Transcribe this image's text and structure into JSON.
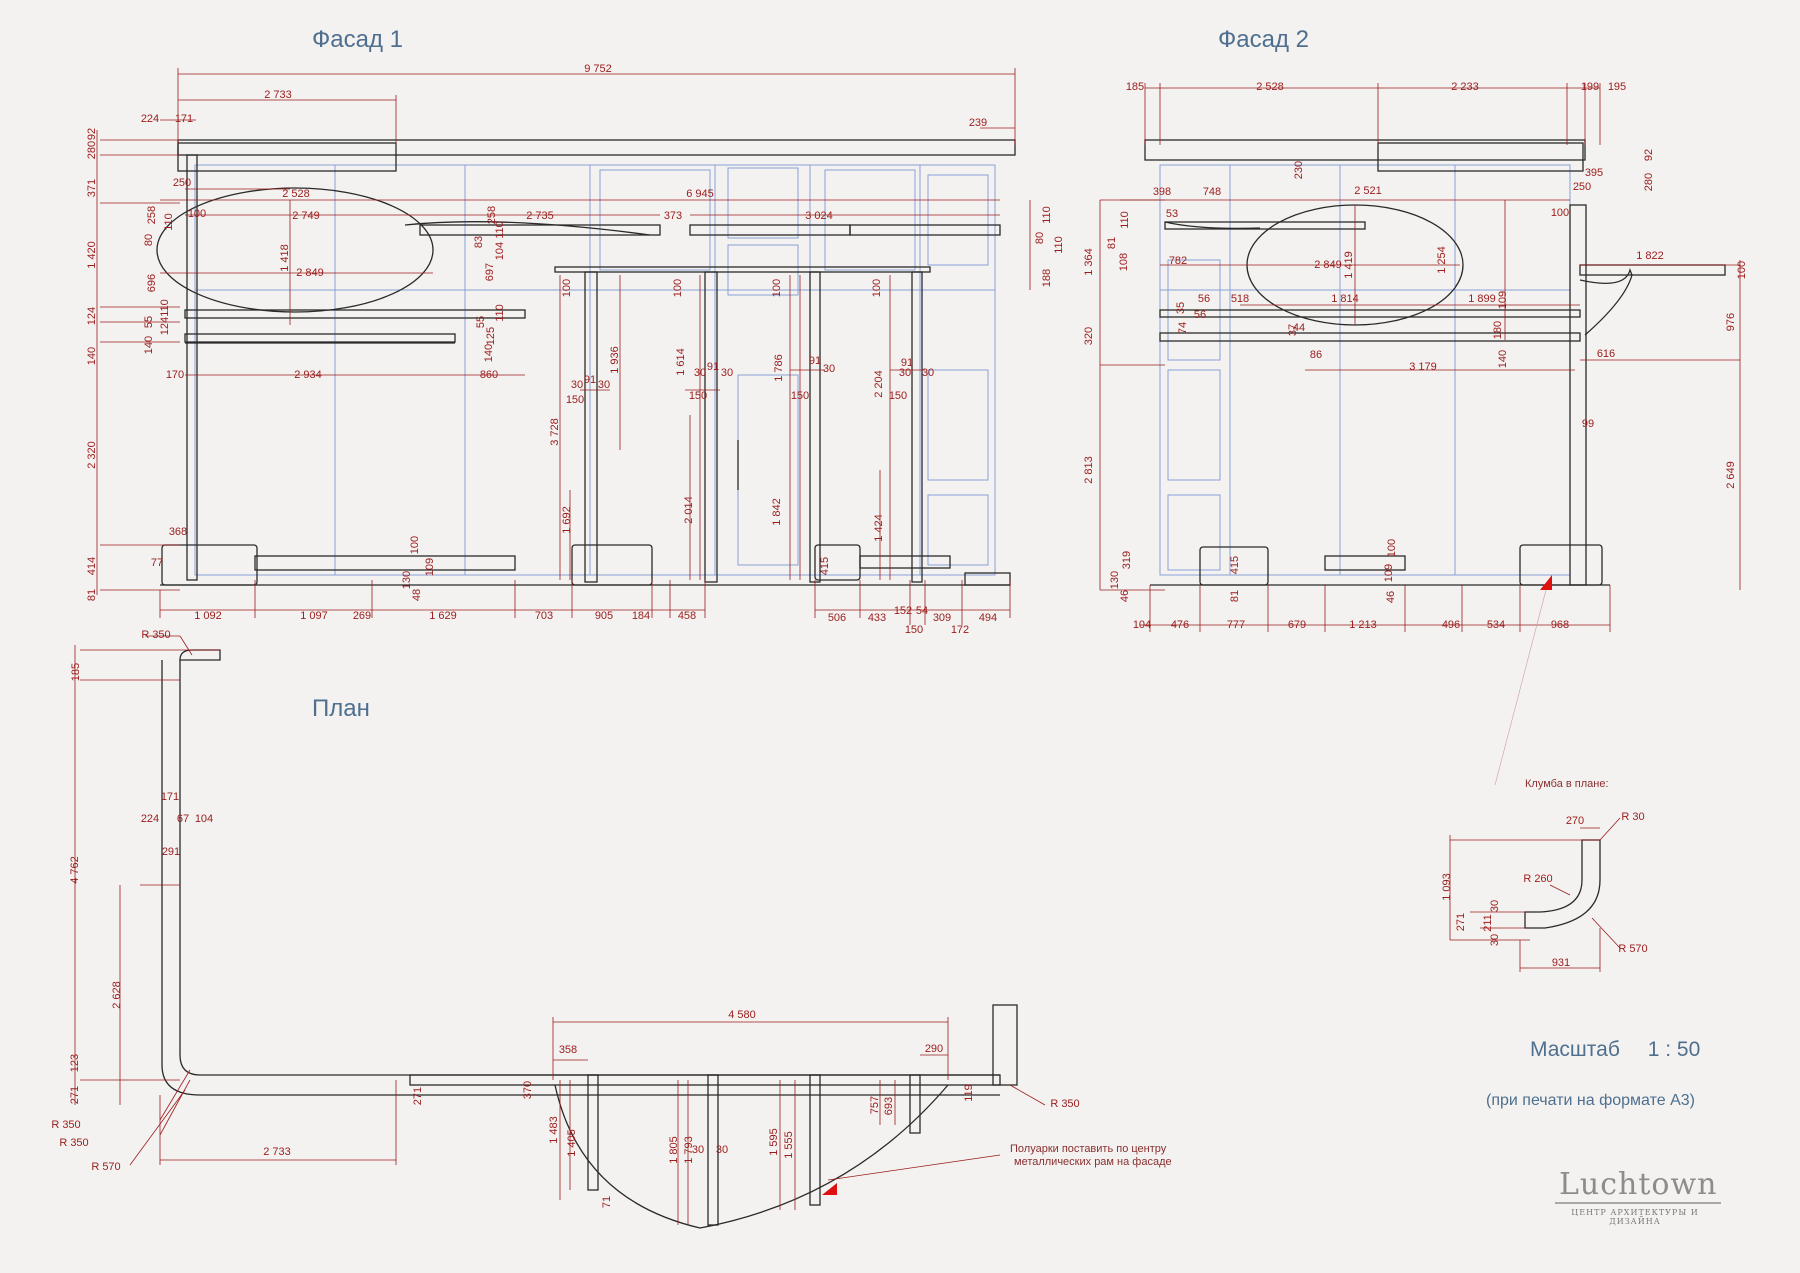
{
  "titles": {
    "facade1": "Фасад 1",
    "facade2": "Фасад 2",
    "plan": "План"
  },
  "scale": {
    "label": "Масштаб",
    "value": "1 : 50",
    "note": "(при печати на формате А3)"
  },
  "notes": {
    "flowerbed": "Клумба в плане:",
    "lamps_line1": "Полуарки поставить по центру",
    "lamps_line2": "металлических рам на фасаде"
  },
  "logo": {
    "brand": "Luchtown",
    "subtitle": "ЦЕНТР АРХИТЕКТУРЫ И ДИЗАЙНА"
  },
  "colors": {
    "dimension": "#9b1c1c",
    "outline": "#2a2a2a",
    "glazing": "#8aa0d8",
    "title": "#4f6f8f",
    "marker": "#e01010"
  },
  "dimensions": {
    "f1_top": [
      "9 752",
      "2 733",
      "224",
      "171",
      "239"
    ],
    "f1_mid": [
      "6 945",
      "2 528",
      "250",
      "2 749",
      "2 735",
      "373",
      "3 024",
      "100",
      "2 849",
      "1 418",
      "2 934",
      "170",
      "860"
    ],
    "f1_left": [
      "92",
      "280",
      "371",
      "1 420",
      "124",
      "140",
      "2 320",
      "414",
      "81",
      "258",
      "110",
      "80",
      "696",
      "55",
      "110",
      "124",
      "140"
    ],
    "f1_mid_left": [
      "258",
      "83",
      "110",
      "104",
      "697",
      "55",
      "125",
      "110",
      "140"
    ],
    "f1_right": [
      "110",
      "80",
      "110",
      "188"
    ],
    "f1_frames": [
      "100",
      "1 936",
      "91",
      "30",
      "30",
      "150",
      "3 728",
      "1 692",
      "100",
      "1 614",
      "91",
      "30",
      "30",
      "150",
      "2 014",
      "100",
      "1 786",
      "1 842",
      "91",
      "30",
      "150",
      "100",
      "2 204",
      "91",
      "30",
      "30",
      "150",
      "1 424"
    ],
    "f1_bottom": [
      "1 092",
      "1 097",
      "269",
      "1 629",
      "703",
      "905",
      "184",
      "458",
      "506",
      "433",
      "152",
      "54",
      "309",
      "150",
      "172",
      "494"
    ],
    "f1_base": [
      "368",
      "77",
      "100",
      "109",
      "130",
      "48",
      "415"
    ],
    "f2_top": [
      "185",
      "2 528",
      "2 233",
      "199",
      "195",
      "230",
      "92",
      "395",
      "280"
    ],
    "f2_mid": [
      "398",
      "748",
      "2 521",
      "250",
      "53",
      "100",
      "1 822",
      "782",
      "2 849",
      "1 419",
      "1 254",
      "56",
      "518",
      "1 814",
      "1 899",
      "109",
      "35",
      "56",
      "74",
      "37",
      "44",
      "86",
      "180",
      "140",
      "3 179",
      "616",
      "99"
    ],
    "f2_left": [
      "110",
      "81",
      "1 364",
      "108",
      "320",
      "2 813",
      "319",
      "130",
      "46"
    ],
    "f2_right": [
      "100",
      "976",
      "2 649"
    ],
    "f2_bottom": [
      "104",
      "476",
      "777",
      "679",
      "1 213",
      "496",
      "534",
      "968"
    ],
    "f2_base": [
      "415",
      "81",
      "100",
      "109",
      "46"
    ],
    "plan": [
      "R 350",
      "185",
      "171",
      "224",
      "67",
      "104",
      "291",
      "4 762",
      "2 628",
      "123",
      "271",
      "R 350",
      "R 350",
      "R 570",
      "2 733",
      "271",
      "370",
      "4 580",
      "358",
      "290",
      "1 483",
      "1 405",
      "1 805",
      "1 793",
      "30",
      "30",
      "1 595",
      "1 555",
      "757",
      "693",
      "119",
      "R 350",
      "71"
    ],
    "flowerbed": [
      "270",
      "R 30",
      "R 260",
      "1 093",
      "271",
      "30",
      "211",
      "30",
      "R 570",
      "931"
    ]
  }
}
